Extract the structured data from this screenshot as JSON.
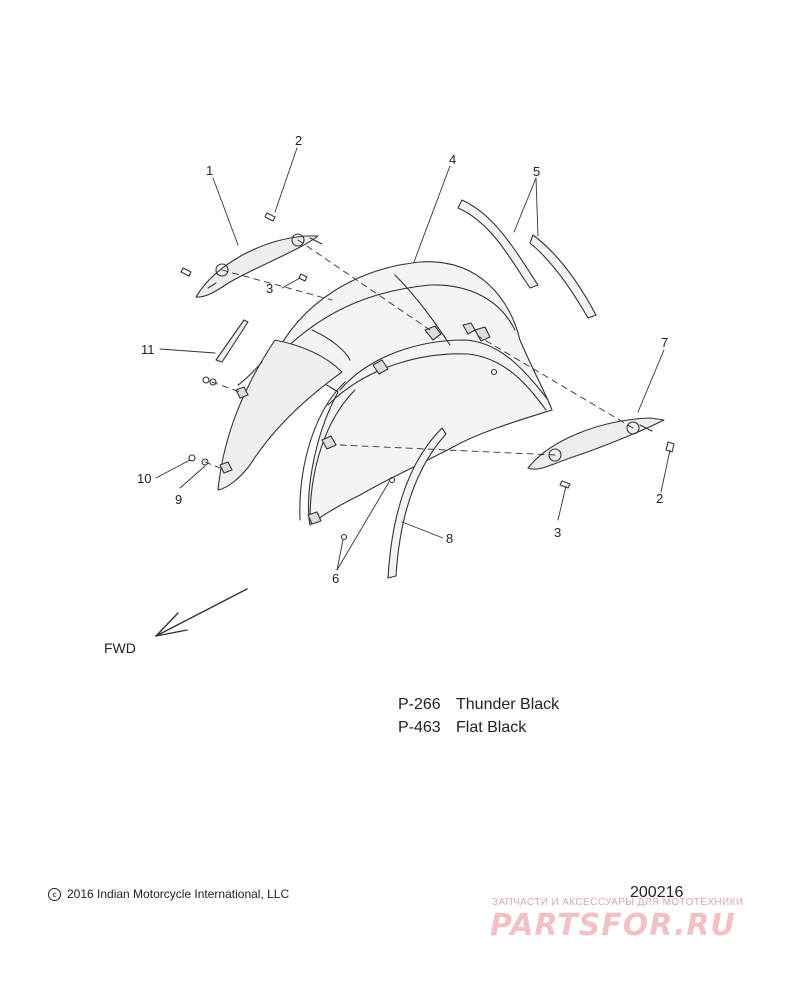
{
  "callouts": {
    "c1": "1",
    "c2a": "2",
    "c2b": "2",
    "c3a": "3",
    "c3b": "3",
    "c4": "4",
    "c5": "5",
    "c6": "6",
    "c7": "7",
    "c8": "8",
    "c9": "9",
    "c10": "10",
    "c11": "11"
  },
  "direction_label": "FWD",
  "paint_codes": [
    {
      "code": "P-266",
      "name": "Thunder Black"
    },
    {
      "code": "P-463",
      "name": "Flat Black"
    }
  ],
  "copyright_symbol": "c",
  "copyright_text": "2016 Indian Motorcycle International, LLC",
  "drawing_number": "200216",
  "watermark": {
    "tagline": "ЗАПЧАСТИ И АКСЕССУАРЫ ДЛЯ МОТОТЕХНИКИ",
    "brand": "PARTSFOR.RU"
  }
}
